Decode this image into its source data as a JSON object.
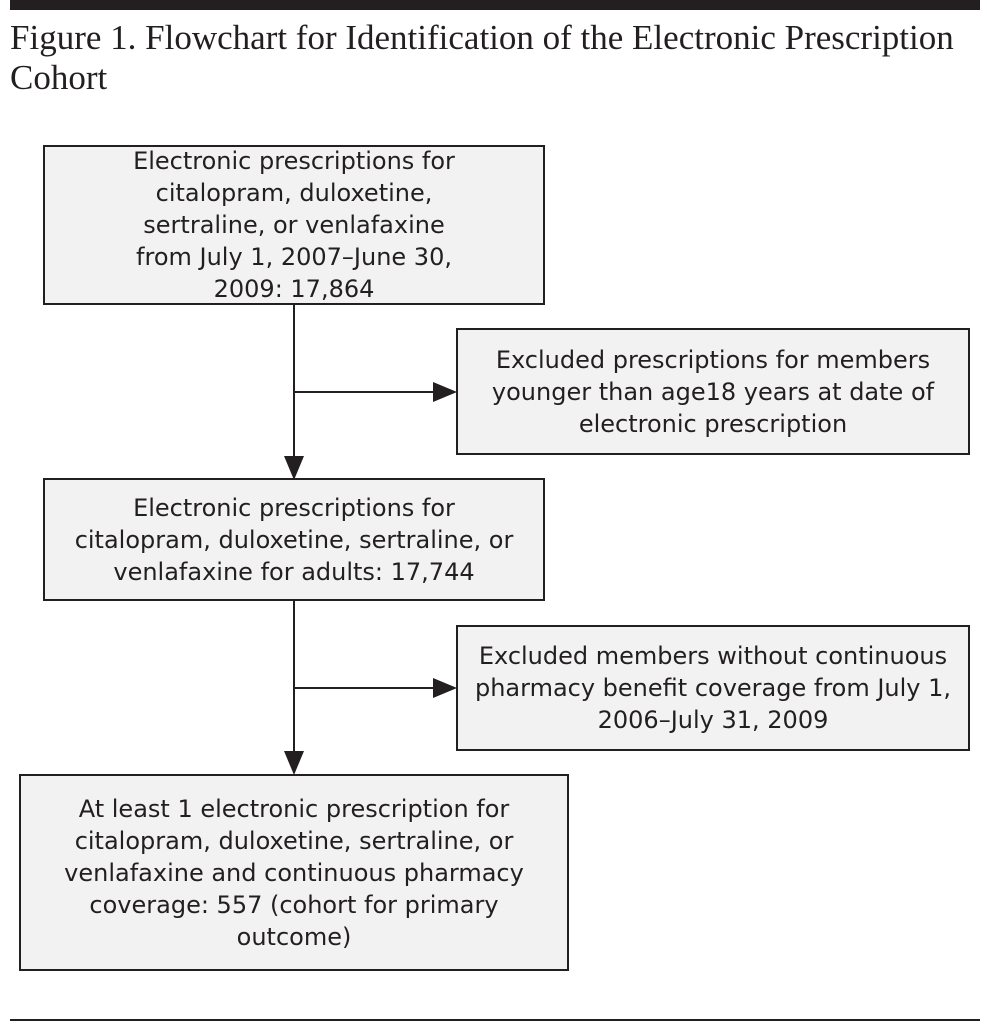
{
  "title": "Figure 1. Flowchart for Identification of the Electronic Prescription Cohort",
  "boxes": {
    "b1": "Electronic prescriptions for citalopram, duloxetine, sertraline, or venlafaxine from July 1, 2007–June 30, 2009: 17,864",
    "ex1": "Excluded prescriptions for members younger than age18 years at date of electronic prescription",
    "b2": "Electronic prescriptions for citalopram, duloxetine, sertraline, or venlafaxine for adults: 17,744",
    "ex2": "Excluded members without continuous pharmacy benefit coverage from July 1, 2006–July 31, 2009",
    "b3": "At least 1 electronic prescription for citalopram, duloxetine, sertraline, or venlafaxine and continuous pharmacy coverage: 557 (cohort for primary outcome)"
  }
}
